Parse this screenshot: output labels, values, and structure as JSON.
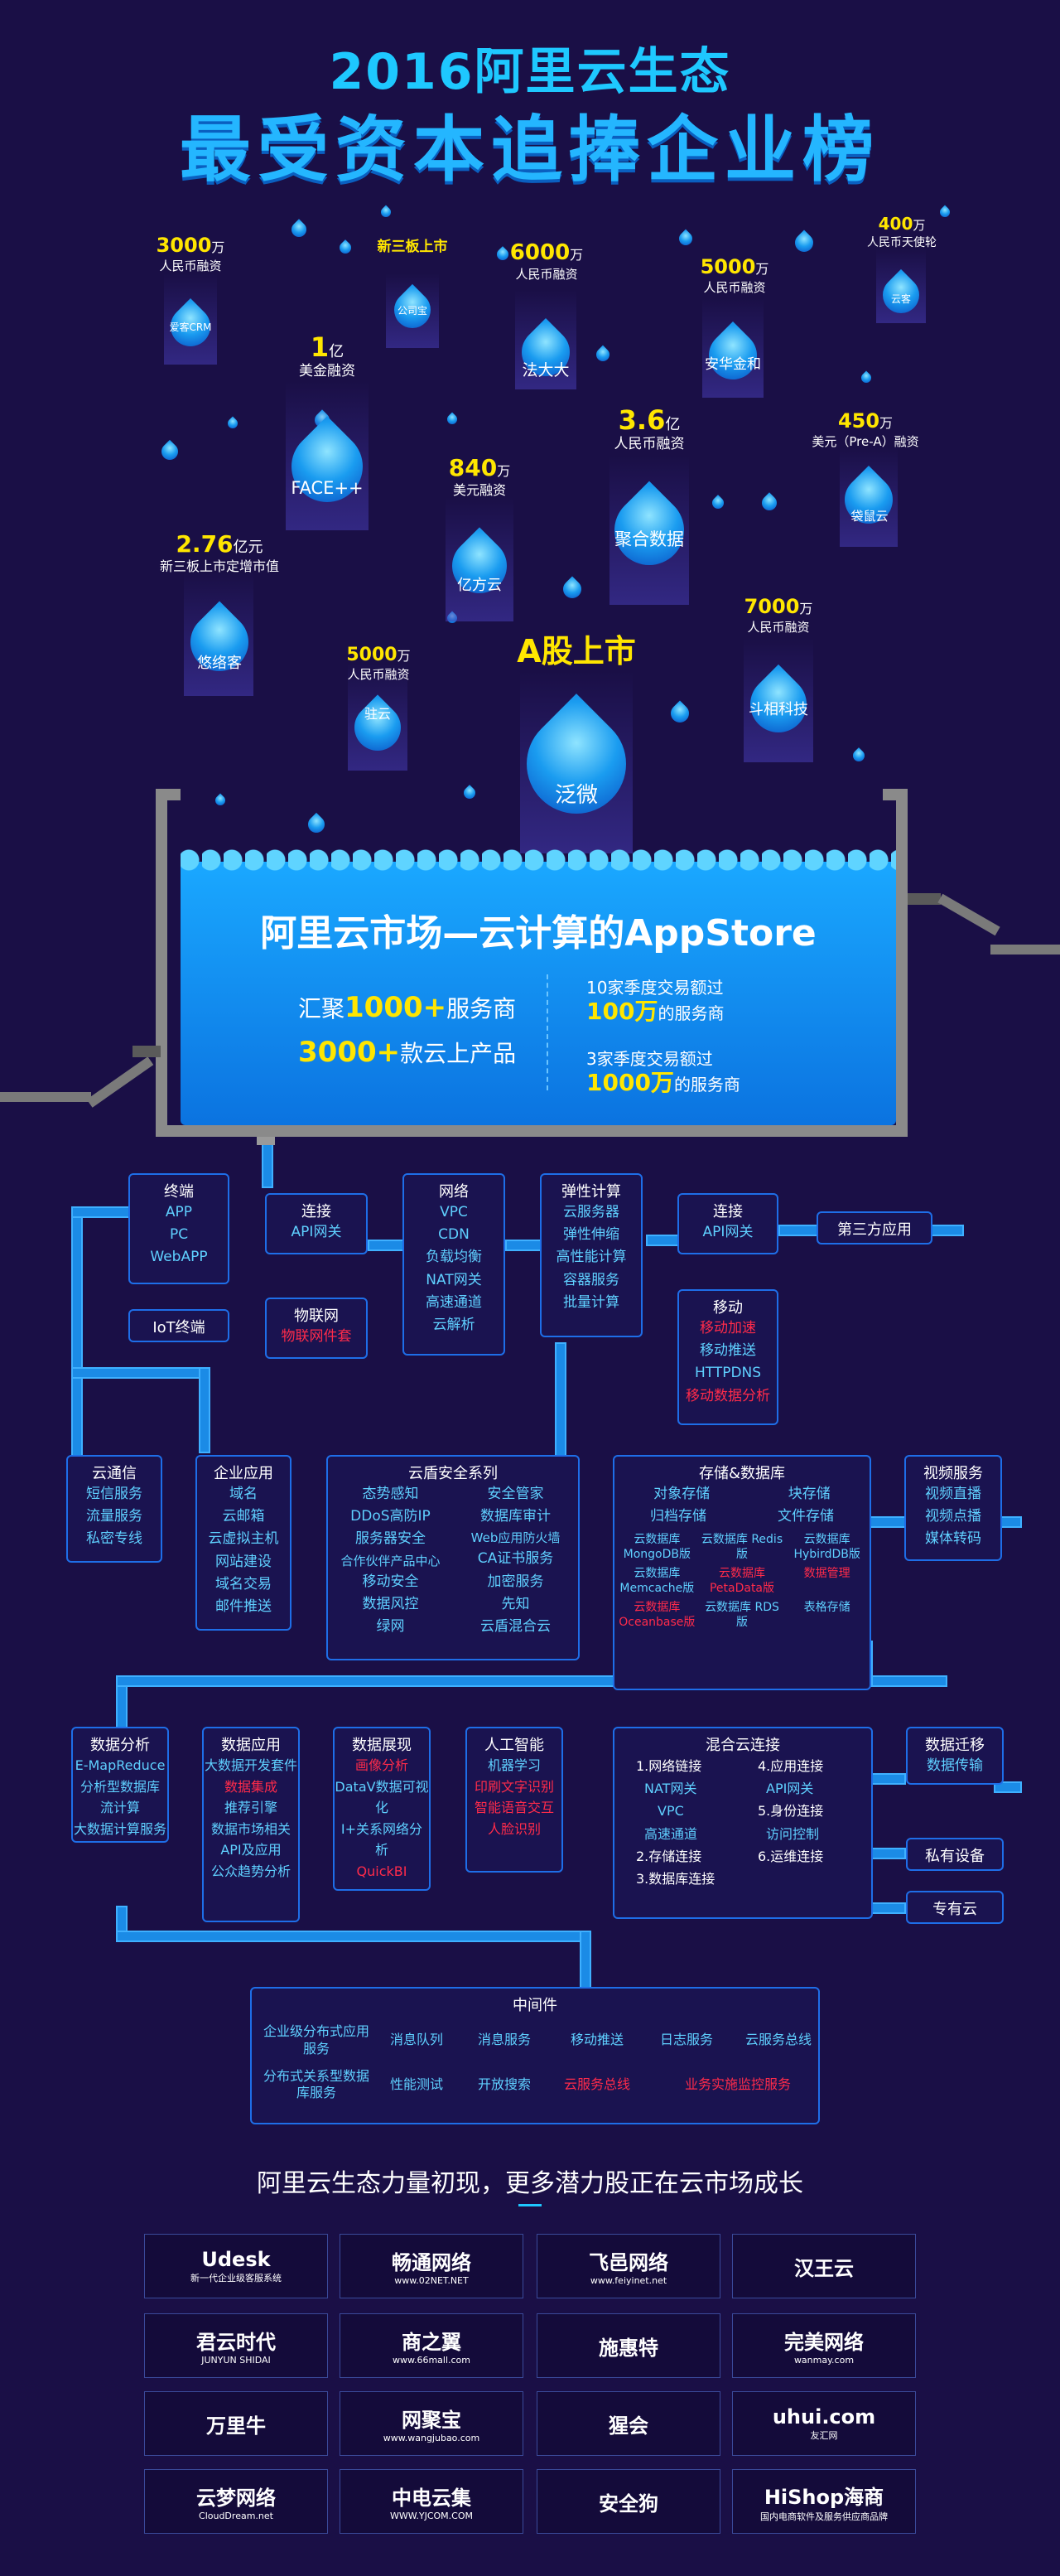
{
  "title": {
    "line1": "2016阿里云生态",
    "line2": "最受资本追捧企业榜"
  },
  "drops": [
    {
      "name": "爱客CRM",
      "amount": "3000",
      "unit": "万",
      "desc": "人民币融资"
    },
    {
      "name": "公司宝",
      "amount": "",
      "unit": "",
      "desc": "新三板上市"
    },
    {
      "name": "法大大",
      "amount": "6000",
      "unit": "万",
      "desc": "人民币融资"
    },
    {
      "name": "安华金和",
      "amount": "5000",
      "unit": "万",
      "desc": "人民币融资"
    },
    {
      "name": "云客",
      "amount": "400",
      "unit": "万",
      "desc": "人民币天使轮"
    },
    {
      "name": "FACE++",
      "amount": "1",
      "unit": "亿",
      "desc": "美金融资"
    },
    {
      "name": "亿方云",
      "amount": "840",
      "unit": "万",
      "desc": "美元融资"
    },
    {
      "name": "聚合数据",
      "amount": "3.6",
      "unit": "亿",
      "desc": "人民币融资"
    },
    {
      "name": "袋鼠云",
      "amount": "450",
      "unit": "万",
      "desc": "美元（Pre-A）融资"
    },
    {
      "name": "悠络客",
      "amount": "2.76",
      "unit": "亿元",
      "desc": "新三板上市定增市值"
    },
    {
      "name": "驻云",
      "amount": "5000",
      "unit": "万",
      "desc": "人民币融资"
    },
    {
      "name": "泛微",
      "amount": "",
      "unit": "",
      "desc": "A股上市"
    },
    {
      "name": "斗相科技",
      "amount": "7000",
      "unit": "万",
      "desc": "人民币融资"
    }
  ],
  "tank": {
    "heading": "阿里云市场—云计算的AppStore",
    "l1a": "汇聚",
    "l1b": "1000+",
    "l1c": "服务商",
    "l2a": "3000+",
    "l2b": "款云上产品",
    "r1a": "10家季度交易额过",
    "r1b": "100万",
    "r1c": "的服务商",
    "r2a": "3家季度交易额过",
    "r2b": "1000万",
    "r2c": "的服务商"
  },
  "boxes": {
    "terminal": {
      "title": "终端",
      "items": [
        "APP",
        "PC",
        "WebAPP"
      ]
    },
    "connect1": {
      "title": "连接",
      "items": [
        "API网关"
      ]
    },
    "network": {
      "title": "网络",
      "items": [
        "VPC",
        "CDN",
        "负载均衡",
        "NAT网关",
        "高速通道",
        "云解析"
      ]
    },
    "elastic": {
      "title": "弹性计算",
      "items": [
        "云服务器",
        "弹性伸缩",
        "高性能计算",
        "容器服务",
        "批量计算"
      ]
    },
    "connect2": {
      "title": "连接",
      "items": [
        "API网关"
      ]
    },
    "thirdparty": {
      "title": "第三方应用"
    },
    "iot": {
      "title": "IoT终端"
    },
    "iotbox": {
      "title": "物联网",
      "red": [
        "物联网件套"
      ]
    },
    "mobile": {
      "title": "移动",
      "items": [
        "移动推送",
        "HTTPDNS"
      ],
      "red": [
        "移动加速",
        "移动数据分析"
      ]
    },
    "cloudcomm": {
      "title": "云通信",
      "items": [
        "短信服务",
        "流量服务",
        "私密专线"
      ]
    },
    "enterprise": {
      "title": "企业应用",
      "items": [
        "域名",
        "云邮箱",
        "云虚拟主机",
        "网站建设",
        "域名交易",
        "邮件推送"
      ]
    },
    "security": {
      "title": "云盾安全系列",
      "left": [
        "态势感知",
        "DDoS高防IP",
        "服务器安全",
        "合作伙伴产品中心",
        "移动安全",
        "数据风控",
        "绿网"
      ],
      "right": [
        "安全管家",
        "数据库审计",
        "Web应用防火墙",
        "CA证书服务",
        "加密服务",
        "先知",
        "云盾混合云"
      ]
    },
    "storage": {
      "title": "存储&数据库",
      "row1": [
        "对象存储",
        "块存储"
      ],
      "row2": [
        "归档存储",
        "文件存储"
      ],
      "db": [
        "云数据库 MongoDB版",
        "云数据库 Redis版",
        "云数据库 HybirdDB版",
        "云数据库 Memcache版",
        "云数据库 PetaData版",
        "数据管理",
        "云数据库 Oceanbase版",
        "云数据库 RDS版",
        "表格存储"
      ]
    },
    "video": {
      "title": "视频服务",
      "items": [
        "视频直播",
        "视频点播",
        "媒体转码"
      ]
    },
    "analytics": {
      "title": "数据分析",
      "items": [
        "E-MapReduce",
        "分析型数据库",
        "流计算",
        "大数据计算服务"
      ]
    },
    "dataapp": {
      "title": "数据应用",
      "items": [
        "大数据开发套件",
        "推荐引擎",
        "数据市场相关API及应用",
        "公众趋势分析"
      ],
      "red": [
        "数据集成"
      ]
    },
    "datavis": {
      "title": "数据展现",
      "items": [
        "DataV数据可视化",
        "I+关系网络分析"
      ],
      "red": [
        "画像分析",
        "QuickBI"
      ]
    },
    "ai": {
      "title": "人工智能",
      "items": [
        "机器学习"
      ],
      "red": [
        "印刷文字识别",
        "智能语音交互",
        "人脸识别"
      ]
    },
    "hybrid": {
      "title": "混合云连接",
      "left": [
        "1.网络链接",
        "NAT网关",
        "VPC",
        "高速通道",
        "2.存储连接",
        "3.数据库连接"
      ],
      "right": [
        "4.应用连接",
        "API网关",
        "5.身份连接",
        "访问控制",
        "6.运维连接"
      ]
    },
    "migrate": {
      "title": "数据迁移",
      "items": [
        "数据传输"
      ]
    },
    "private": {
      "title": "私有设备"
    },
    "dedicated": {
      "title": "专有云"
    },
    "middleware": {
      "title": "中间件",
      "items": [
        "企业级分布式应用服务",
        "消息队列",
        "消息服务",
        "移动推送",
        "日志服务",
        "云服务总线",
        "分布式关系型数据库服务",
        "性能测试",
        "开放搜索"
      ],
      "red": [
        "云服务总线",
        "业务实施监控服务"
      ]
    }
  },
  "footer": {
    "tagline": "阿里云生态力量初现，更多潜力股正在云市场成长"
  },
  "logos": [
    {
      "name": "Udesk",
      "sub": "新一代企业级客服系统"
    },
    {
      "name": "畅通网络",
      "sub": "www.02NET.NET"
    },
    {
      "name": "飞邑网络",
      "sub": "www.feiyinet.net"
    },
    {
      "name": "汉王云",
      "sub": ""
    },
    {
      "name": "君云时代",
      "sub": "JUNYUN SHIDAI"
    },
    {
      "name": "商之翼",
      "sub": "www.66mall.com"
    },
    {
      "name": "施惠特",
      "sub": ""
    },
    {
      "name": "完美网络",
      "sub": "wanmay.com"
    },
    {
      "name": "万里牛",
      "sub": ""
    },
    {
      "name": "网聚宝",
      "sub": "www.wangjubao.com"
    },
    {
      "name": "猩会",
      "sub": ""
    },
    {
      "name": "uhui.com",
      "sub": "友汇网"
    },
    {
      "name": "云梦网络",
      "sub": "CloudDream.net"
    },
    {
      "name": "中电云集",
      "sub": "WWW.YJCOM.COM"
    },
    {
      "name": "安全狗",
      "sub": ""
    },
    {
      "name": "HiShop海商",
      "sub": "国内电商软件及服务供应商品牌"
    }
  ]
}
